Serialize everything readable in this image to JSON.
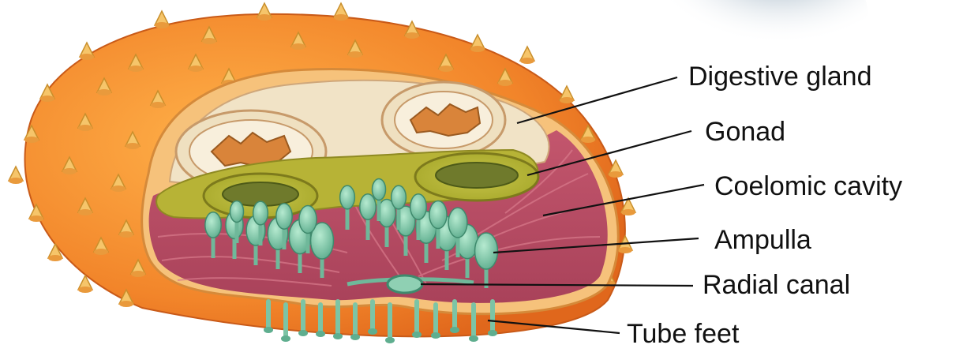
{
  "diagram": {
    "labels": {
      "digestive_gland": "Digestive gland",
      "gonad": "Gonad",
      "coelomic_cavity": "Coelomic cavity",
      "ampulla": "Ampulla",
      "radial_canal": "Radial canal",
      "tube_feet": "Tube feet"
    }
  },
  "colors": {
    "body_wall": "#f28a2a",
    "spine": "#f5c76a",
    "muscle": "#c56273",
    "digestive_gland": "#efe3c4",
    "gonad": "#c8c23a",
    "tube_feet": "#8fd0b3"
  }
}
